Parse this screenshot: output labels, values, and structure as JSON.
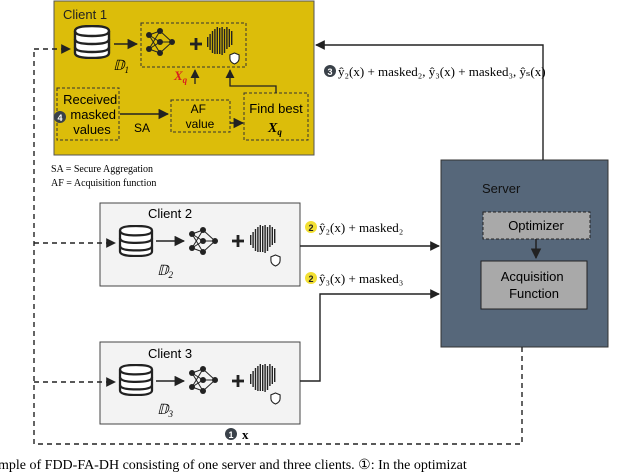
{
  "client1": {
    "title": "Client 1",
    "dataset": "𝔻",
    "dataset_sub": "1",
    "xq": "X",
    "xq_sub": "q",
    "step4_marker": "4",
    "received_lines": [
      "Received",
      "masked",
      "values"
    ],
    "sa": "SA",
    "af_lines": [
      "AF",
      "value"
    ],
    "find_lines": [
      "Find best"
    ],
    "find_xq": "X",
    "find_xq_sub": "q"
  },
  "legend": {
    "sa": "SA = Secure Aggregation",
    "af": "AF = Acquisition function"
  },
  "client2": {
    "title": "Client 2",
    "dataset": "𝔻",
    "dataset_sub": "2"
  },
  "client3": {
    "title": "Client 3",
    "dataset": "𝔻",
    "dataset_sub": "3"
  },
  "server": {
    "title": "Server",
    "optimizer": "Optimizer",
    "acq_lines": [
      "Acquisition",
      "Function"
    ]
  },
  "labels": {
    "step3_marker": "3",
    "step3_text": "ŷ₂(x) + masked₂, ŷ₃(x) + masked₃, ŷₛ(x)",
    "step2_marker": "2",
    "step2a_text": "ŷ₂(x) + masked₂",
    "step2b_text": "ŷ₃(x) + masked₃",
    "step1_marker": "1",
    "step1_text": "x"
  },
  "caption": "mple of FDD-FA-DH consisting of one server and three clients. ①: In the optimizat",
  "colors": {
    "client1_fill": "#dcbd0a",
    "client_fill": "#f3f3f3",
    "server_fill": "#56677a",
    "box_gray": "#a9a9a9",
    "step_yellow": "#f2df33",
    "step_dark": "#3a4149"
  },
  "icons": [
    "database-icon",
    "neural-network-icon",
    "plus-icon",
    "barcode-noise-icon",
    "shield-icon"
  ]
}
